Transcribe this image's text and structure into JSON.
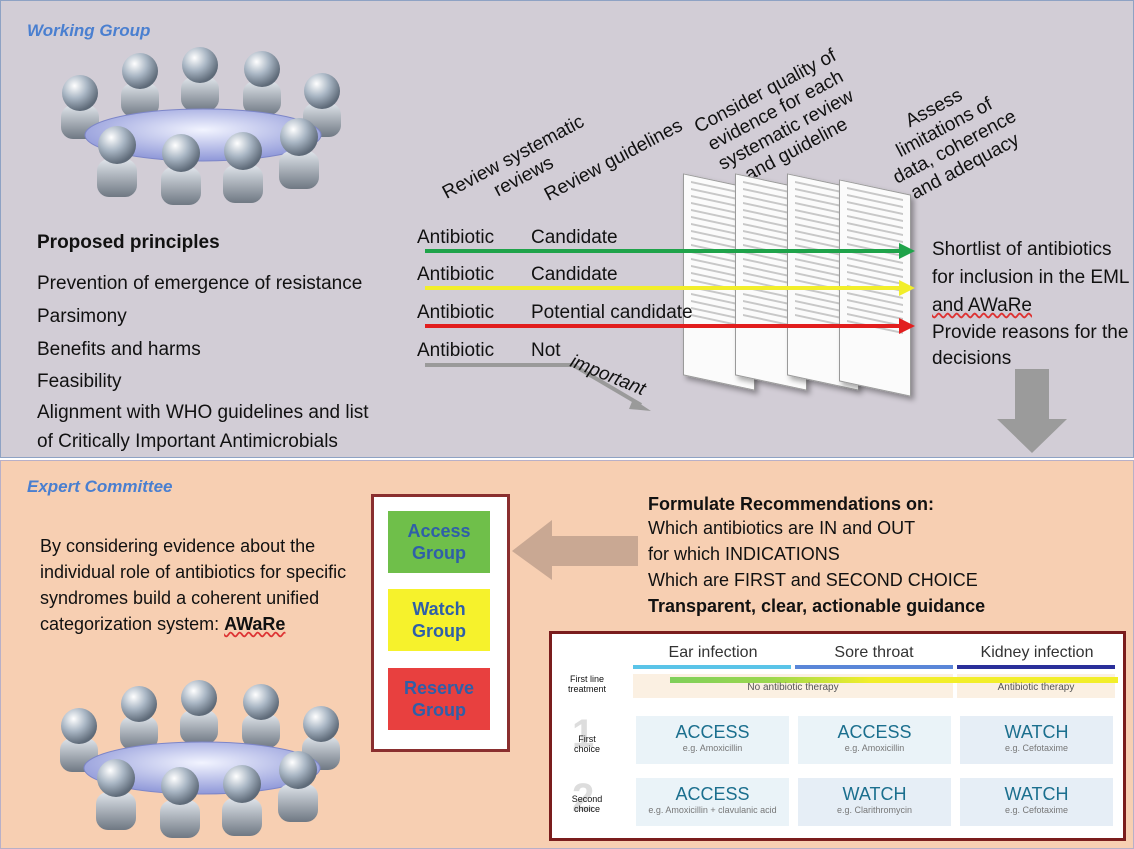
{
  "working_group": {
    "title": "Working Group",
    "principles_heading": "Proposed principles",
    "principles": [
      "Prevention of emergence of resistance",
      "Parsimony",
      "Benefits and harms",
      "Feasibility",
      "Alignment with WHO guidelines and list",
      "of Critically Important Antimicrobials"
    ],
    "steps": [
      "Review systematic\nreviews",
      "Review guidelines",
      "Consider quality of\nevidence for each\nsystematic review\nand guideline",
      "Assess\nlimitations of\ndata, coherence\nand adequacy"
    ],
    "rows": [
      {
        "left": "Antibiotic",
        "right": "Candidate",
        "color": "#1fa34a"
      },
      {
        "left": "Antibiotic",
        "right": "Candidate",
        "color": "#f2ee2a"
      },
      {
        "left": "Antibiotic",
        "right": "Potential candidate",
        "color": "#e21e1e"
      },
      {
        "left": "Antibiotic",
        "right": "Not",
        "color": "#9a9a9a"
      }
    ],
    "not_important": "important",
    "outcome_lines": [
      "Shortlist of antibiotics",
      "for inclusion in the EML",
      "and AWaRe",
      "Provide reasons for the",
      "decisions"
    ]
  },
  "expert_committee": {
    "title": "Expert Committee",
    "description": [
      "By considering evidence about the",
      "individual role of antibiotics for specific",
      "syndromes build a coherent unified",
      "categorization system: "
    ],
    "aware_word": "AWaRe",
    "groups": [
      {
        "label": "Access\nGroup",
        "bg": "#6fbf4a",
        "fg": "#2f5fa8"
      },
      {
        "label": "Watch\nGroup",
        "bg": "#f6f22c",
        "fg": "#2f5fa8"
      },
      {
        "label": "Reserve\nGroup",
        "bg": "#e8403f",
        "fg": "#2f5fa8"
      }
    ],
    "recommend_heading": "Formulate Recommendations on:",
    "recommend_lines": [
      "Which antibiotics are IN and OUT",
      "for which INDICATIONS",
      "Which are FIRST and SECOND CHOICE"
    ],
    "recommend_bold": "Transparent, clear, actionable guidance"
  },
  "table": {
    "columns": [
      {
        "name": "Ear infection",
        "color": "#5ac4e8"
      },
      {
        "name": "Sore throat",
        "color": "#5a86d8"
      },
      {
        "name": "Kidney infection",
        "color": "#2a2f9a"
      }
    ],
    "first_line_label": "First line\ntreatment",
    "no_therapy": "No antibiotic therapy",
    "therapy": "Antibiotic therapy",
    "first_choice_label": "First\nchoice",
    "second_choice_label": "Second\nchoice",
    "num1": "1",
    "num2": "2",
    "first_row": [
      {
        "group": "ACCESS",
        "example": "e.g. Amoxicillin"
      },
      {
        "group": "ACCESS",
        "example": "e.g. Amoxicillin"
      },
      {
        "group": "WATCH",
        "example": "e.g. Cefotaxime"
      }
    ],
    "second_row": [
      {
        "group": "ACCESS",
        "example": "e.g. Amoxicillin + clavulanic acid"
      },
      {
        "group": "WATCH",
        "example": "e.g. Clarithromycin"
      },
      {
        "group": "WATCH",
        "example": "e.g. Cefotaxime"
      }
    ]
  }
}
